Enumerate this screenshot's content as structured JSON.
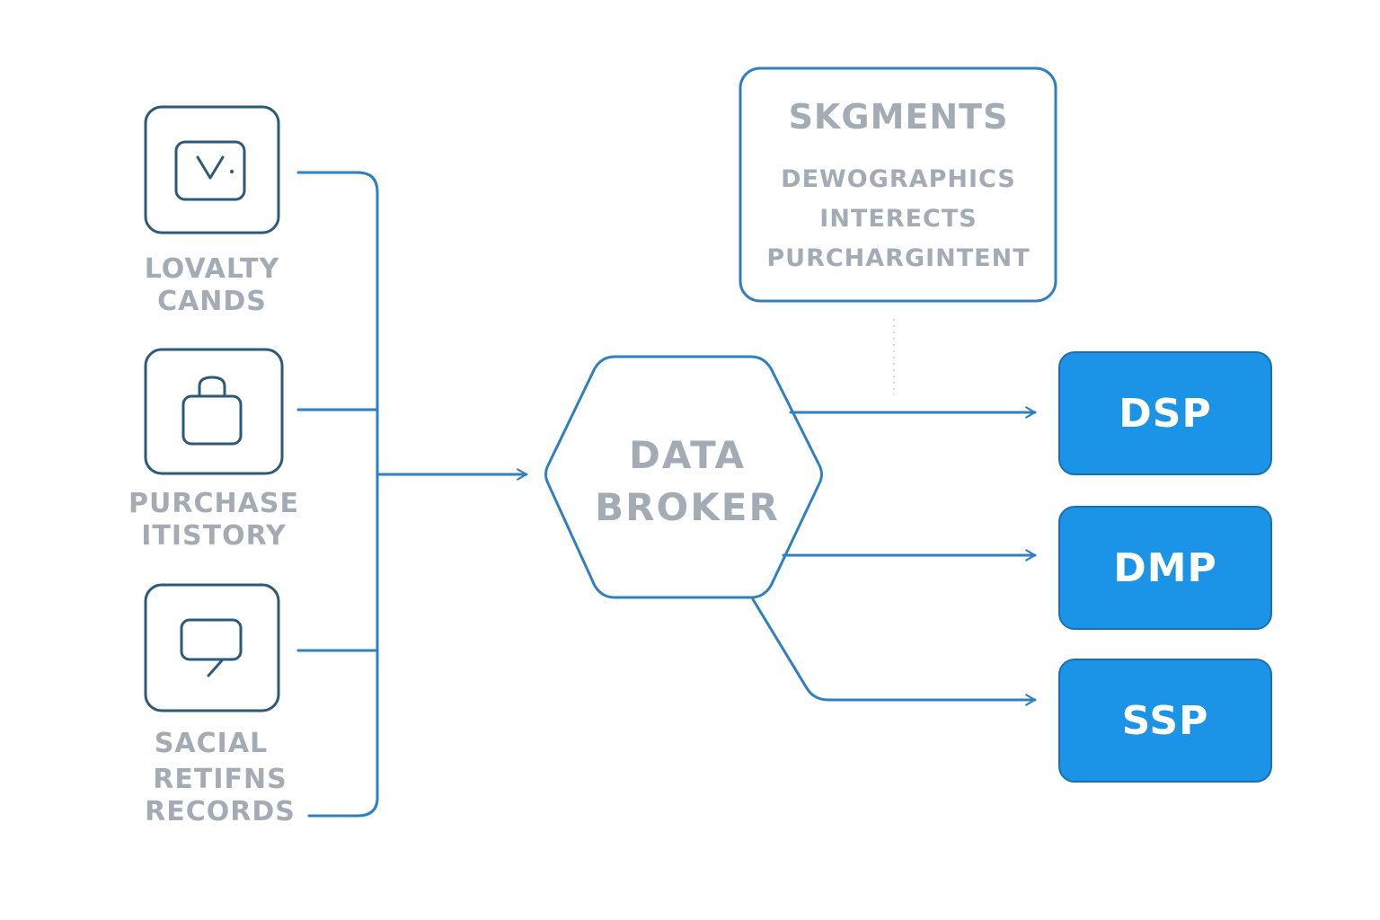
{
  "sources": [
    {
      "id": "loyalty",
      "icon": "wallet-icon",
      "lines": [
        "LOVALTY",
        "CANDS"
      ]
    },
    {
      "id": "purchase",
      "icon": "shopping-bag-icon",
      "lines": [
        "PURCHASE",
        "ITISTORY"
      ]
    },
    {
      "id": "social",
      "icon": "chat-bubble-icon",
      "lines": [
        "SACIAL",
        "RETIFNS",
        "RECORDS"
      ]
    }
  ],
  "broker": {
    "lines": [
      "DATA",
      "BROKER"
    ]
  },
  "segments": {
    "title": "SKGMENTS",
    "items": [
      "DEWOGRAPHICS",
      "INTERECTS",
      "PURCHARGINTENT"
    ]
  },
  "platforms": [
    {
      "id": "dsp",
      "label": "DSP"
    },
    {
      "id": "dmp",
      "label": "DMP"
    },
    {
      "id": "ssp",
      "label": "SSP"
    }
  ],
  "colors": {
    "line": "#2f7fc1",
    "icon_stroke": "#2d5a78",
    "box_stroke": "#2d5a78",
    "text_gray": "#a3acb4",
    "platform_fill": "#1b93e6",
    "platform_text": "#ffffff"
  }
}
